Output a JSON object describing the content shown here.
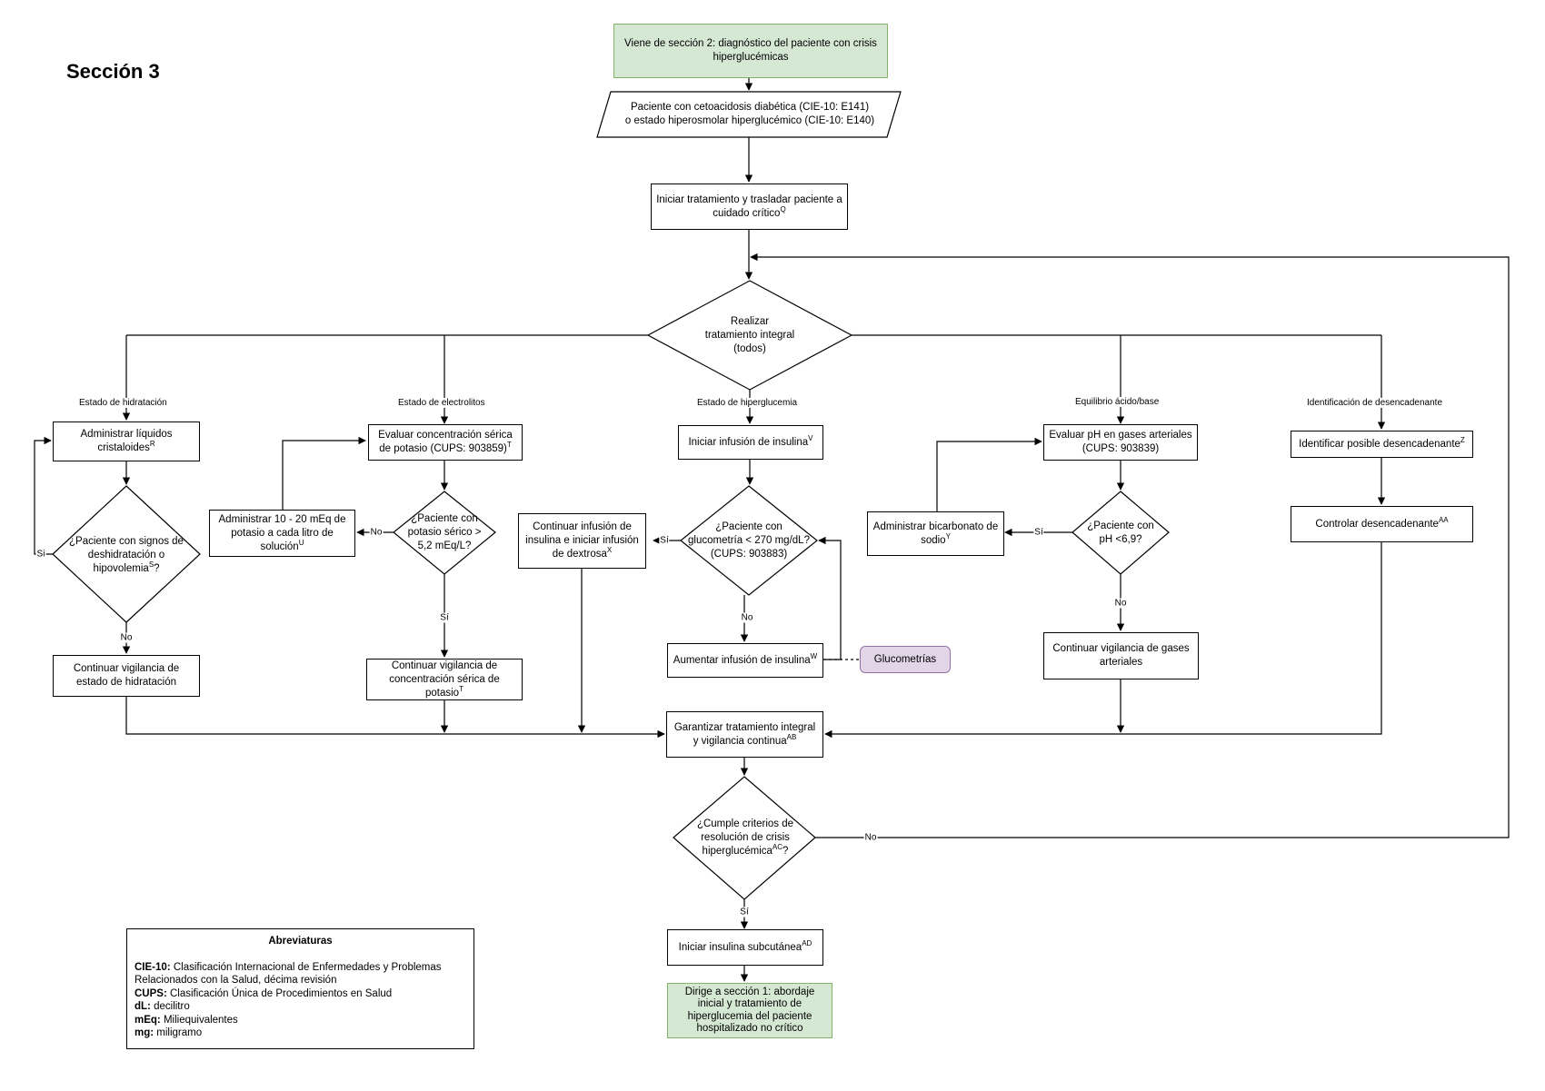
{
  "section_title": "Sección 3",
  "nodes": {
    "start": "Viene de sección 2: diagnóstico del paciente con crisis hiperglucémicas",
    "patient_line1": "Paciente con cetoacidosis diabética (CIE-10: E141)",
    "patient_line2": "o estado hiperosmolar hiperglucémico (CIE-10: E140)",
    "init_treatment": "Iniciar tratamiento y trasladar paciente a cuidado crítico",
    "init_treatment_sup": "Q",
    "integral_line1": "Realizar",
    "integral_line2": "tratamiento integral",
    "integral_line3": "(todos)",
    "admin_fluids": "Administrar líquidos cristaloides",
    "admin_fluids_sup": "R",
    "dehydration_q": "¿Paciente con signos de deshidratación o hipovolemia",
    "dehydration_q_sup": "S",
    "dehydration_q_end": "?",
    "continue_hydration": "Continuar vigilancia de estado de hidratación",
    "eval_potassium": "Evaluar concentración sérica de potasio (CUPS: 903859)",
    "eval_potassium_sup": "T",
    "potassium_q": "¿Paciente con potasio sérico > 5,2 mEq/L?",
    "admin_potassium": "Administrar 10 - 20 mEq de potasio a cada litro de solución",
    "admin_potassium_sup": "U",
    "continue_potassium": "Continuar vigilancia de concentración sérica de potasio",
    "continue_potassium_sup": "T",
    "insulin_infusion": "Iniciar infusión de insulina",
    "insulin_infusion_sup": "V",
    "glucose_q": "¿Paciente con glucometría < 270 mg/dL? (CUPS: 903883)",
    "increase_insulin": "Aumentar infusión de insulina",
    "increase_insulin_sup": "W",
    "glucometries": "Glucometrías",
    "dextrose": "Continuar infusión de insulina e iniciar infusión de dextrosa",
    "dextrose_sup": "X",
    "eval_ph": "Evaluar pH en gases arteriales (CUPS: 903839)",
    "ph_q": "¿Paciente con pH <6,9?",
    "bicarbonate": "Administrar bicarbonato de sodio",
    "bicarbonate_sup": "Y",
    "continue_gases": "Continuar vigilancia de gases arteriales",
    "identify_trigger": "Identificar posible desencadenante",
    "identify_trigger_sup": "Z",
    "control_trigger": "Controlar desencadenante",
    "control_trigger_sup": "AA",
    "guarantee": "Garantizar tratamiento integral y vigilancia continua",
    "guarantee_sup": "AB",
    "resolution_q": "¿Cumple criterios de resolución de crisis hiperglucémica",
    "resolution_q_sup": "AC",
    "resolution_q_end": "?",
    "subcutaneous": "Iniciar insulina subcutánea",
    "subcutaneous_sup": "AD",
    "end": "Dirige a sección 1: abordaje inicial y tratamiento de hiperglucemia del paciente hospitalizado no crítico"
  },
  "branches": {
    "hydration": "Estado de hidratación",
    "electrolytes": "Estado de electrolitos",
    "hyperglycemia": "Estado de hiperglucemia",
    "acid_base": "Equilibrio ácido/base",
    "trigger": "Identificación de desencadenante"
  },
  "edge_labels": {
    "yes": "Sí",
    "no": "No",
    "hydration_yes": "Si",
    "potassium_no": "No",
    "potassium_yes": "Sí",
    "glucose_yes": "Sí",
    "glucose_no": "No",
    "ph_yes": "Sí",
    "ph_no": "No",
    "resolution_no": "No",
    "resolution_yes": "Sí",
    "hydration_no": "No"
  },
  "abbreviations": {
    "title": "Abreviaturas",
    "items": [
      {
        "term": "CIE-10:",
        "def": "Clasificación Internacional de Enfermedades y Problemas Relacionados con la Salud, décima revisión"
      },
      {
        "term": "CUPS:",
        "def": "Clasificación Única de Procedimientos en Salud"
      },
      {
        "term": "dL:",
        "def": "decilitro"
      },
      {
        "term": "mEq:",
        "def": "Miliequivalentes"
      },
      {
        "term": "mg:",
        "def": "miligramo"
      }
    ]
  },
  "colors": {
    "start_end_fill": "#d5e8d4",
    "start_end_stroke": "#82b366",
    "note_fill": "#e1d5e7",
    "note_stroke": "#9673a6"
  }
}
